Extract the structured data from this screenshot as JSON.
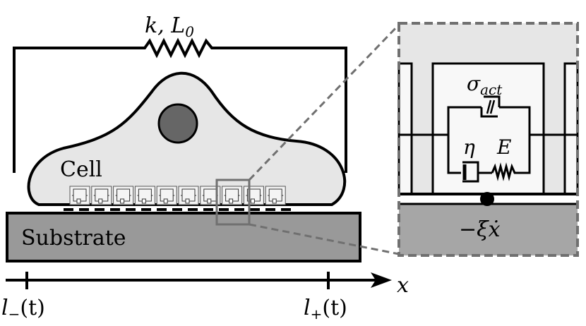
{
  "labels": {
    "spring": "k, L",
    "spring_sub": "0",
    "cell": "Cell",
    "substrate": "Substrate",
    "axis": "x",
    "left_edge": "l",
    "left_edge_sub": "−",
    "left_edge_arg": "(t)",
    "right_edge": "l",
    "right_edge_sub": "+",
    "right_edge_arg": "(t)",
    "active_stress": "σ",
    "active_stress_sub": "act",
    "viscosity": "η",
    "elasticity": "E",
    "friction": "−ξẋ"
  },
  "colors": {
    "cell": "#e6e6e6",
    "nucleus": "#666666",
    "substrate": "#999999",
    "zoom_frame": "#707070",
    "inset_substrate": "#a6a6a6"
  },
  "unit_count": 10
}
